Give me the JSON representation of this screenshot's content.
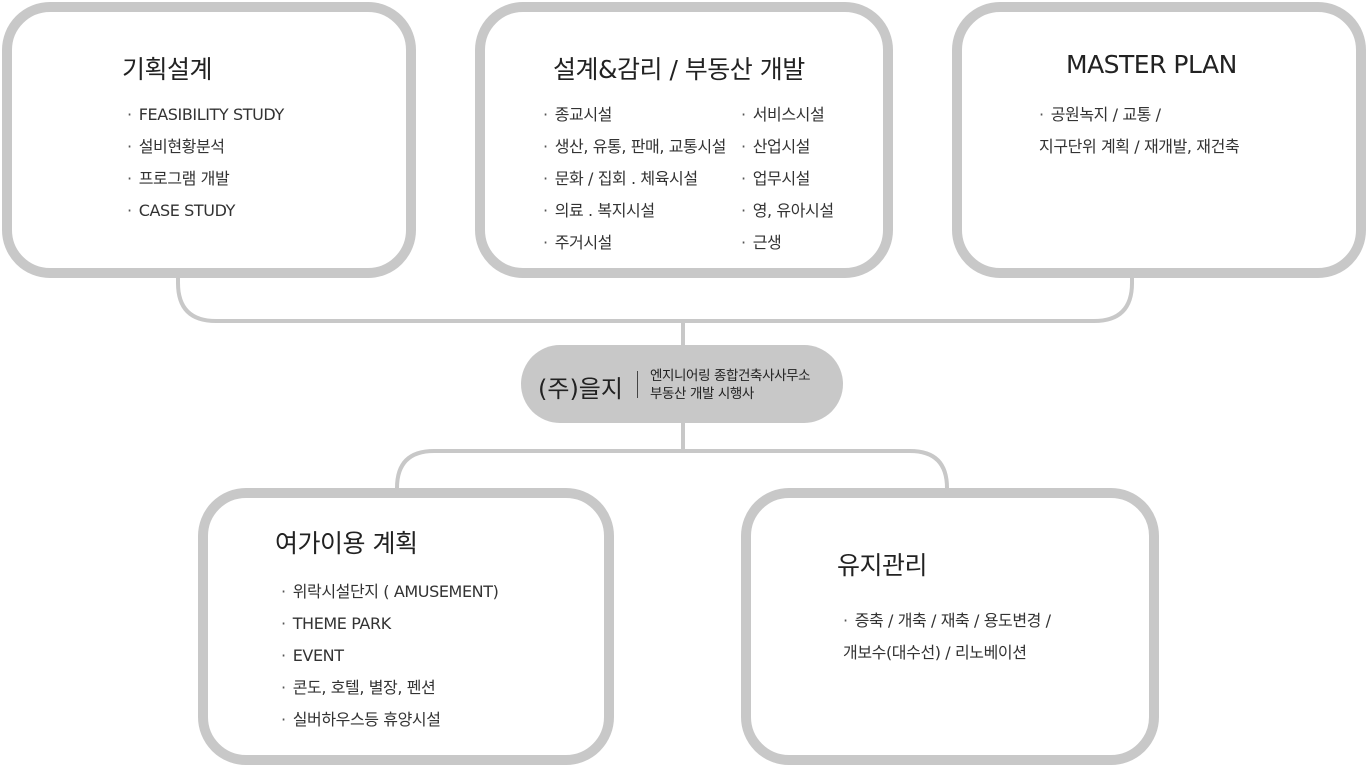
{
  "boxes": {
    "planning": {
      "title": "기획설계",
      "items": [
        "FEASIBILITY STUDY",
        "설비현황분석",
        "프로그램 개발",
        "CASE STUDY"
      ]
    },
    "design": {
      "title": "설계&감리 / 부동산 개발",
      "items_left": [
        "종교시설",
        "생산, 유통, 판매, 교통시설",
        "문화 / 집회 . 체육시설",
        "의료 . 복지시설",
        "주거시설"
      ],
      "items_right": [
        "서비스시설",
        "산업시설",
        "업무시설",
        "영, 유아시설",
        "근생"
      ]
    },
    "master": {
      "title": "MASTER PLAN",
      "items": [
        "공원녹지 / 교통 /",
        "지구단위 계획 / 재개발, 재건축"
      ]
    },
    "leisure": {
      "title": "여가이용 계획",
      "items": [
        "위락시설단지 ( AMUSEMENT)",
        "THEME PARK",
        "EVENT",
        "콘도, 호텔, 별장, 펜션",
        "실버하우스등 휴양시설"
      ]
    },
    "maintenance": {
      "title": "유지관리",
      "items": [
        "증축 / 개축 / 재축 / 용도변경 /",
        "개보수(대수선) / 리노베이션"
      ]
    }
  },
  "center": {
    "name": "(주)을지",
    "desc_line1": "엔지니어링 종합건축사사무소",
    "desc_line2": "부동산 개발 시행사"
  },
  "colors": {
    "border": "#c8c8c8",
    "text": "#222222"
  }
}
